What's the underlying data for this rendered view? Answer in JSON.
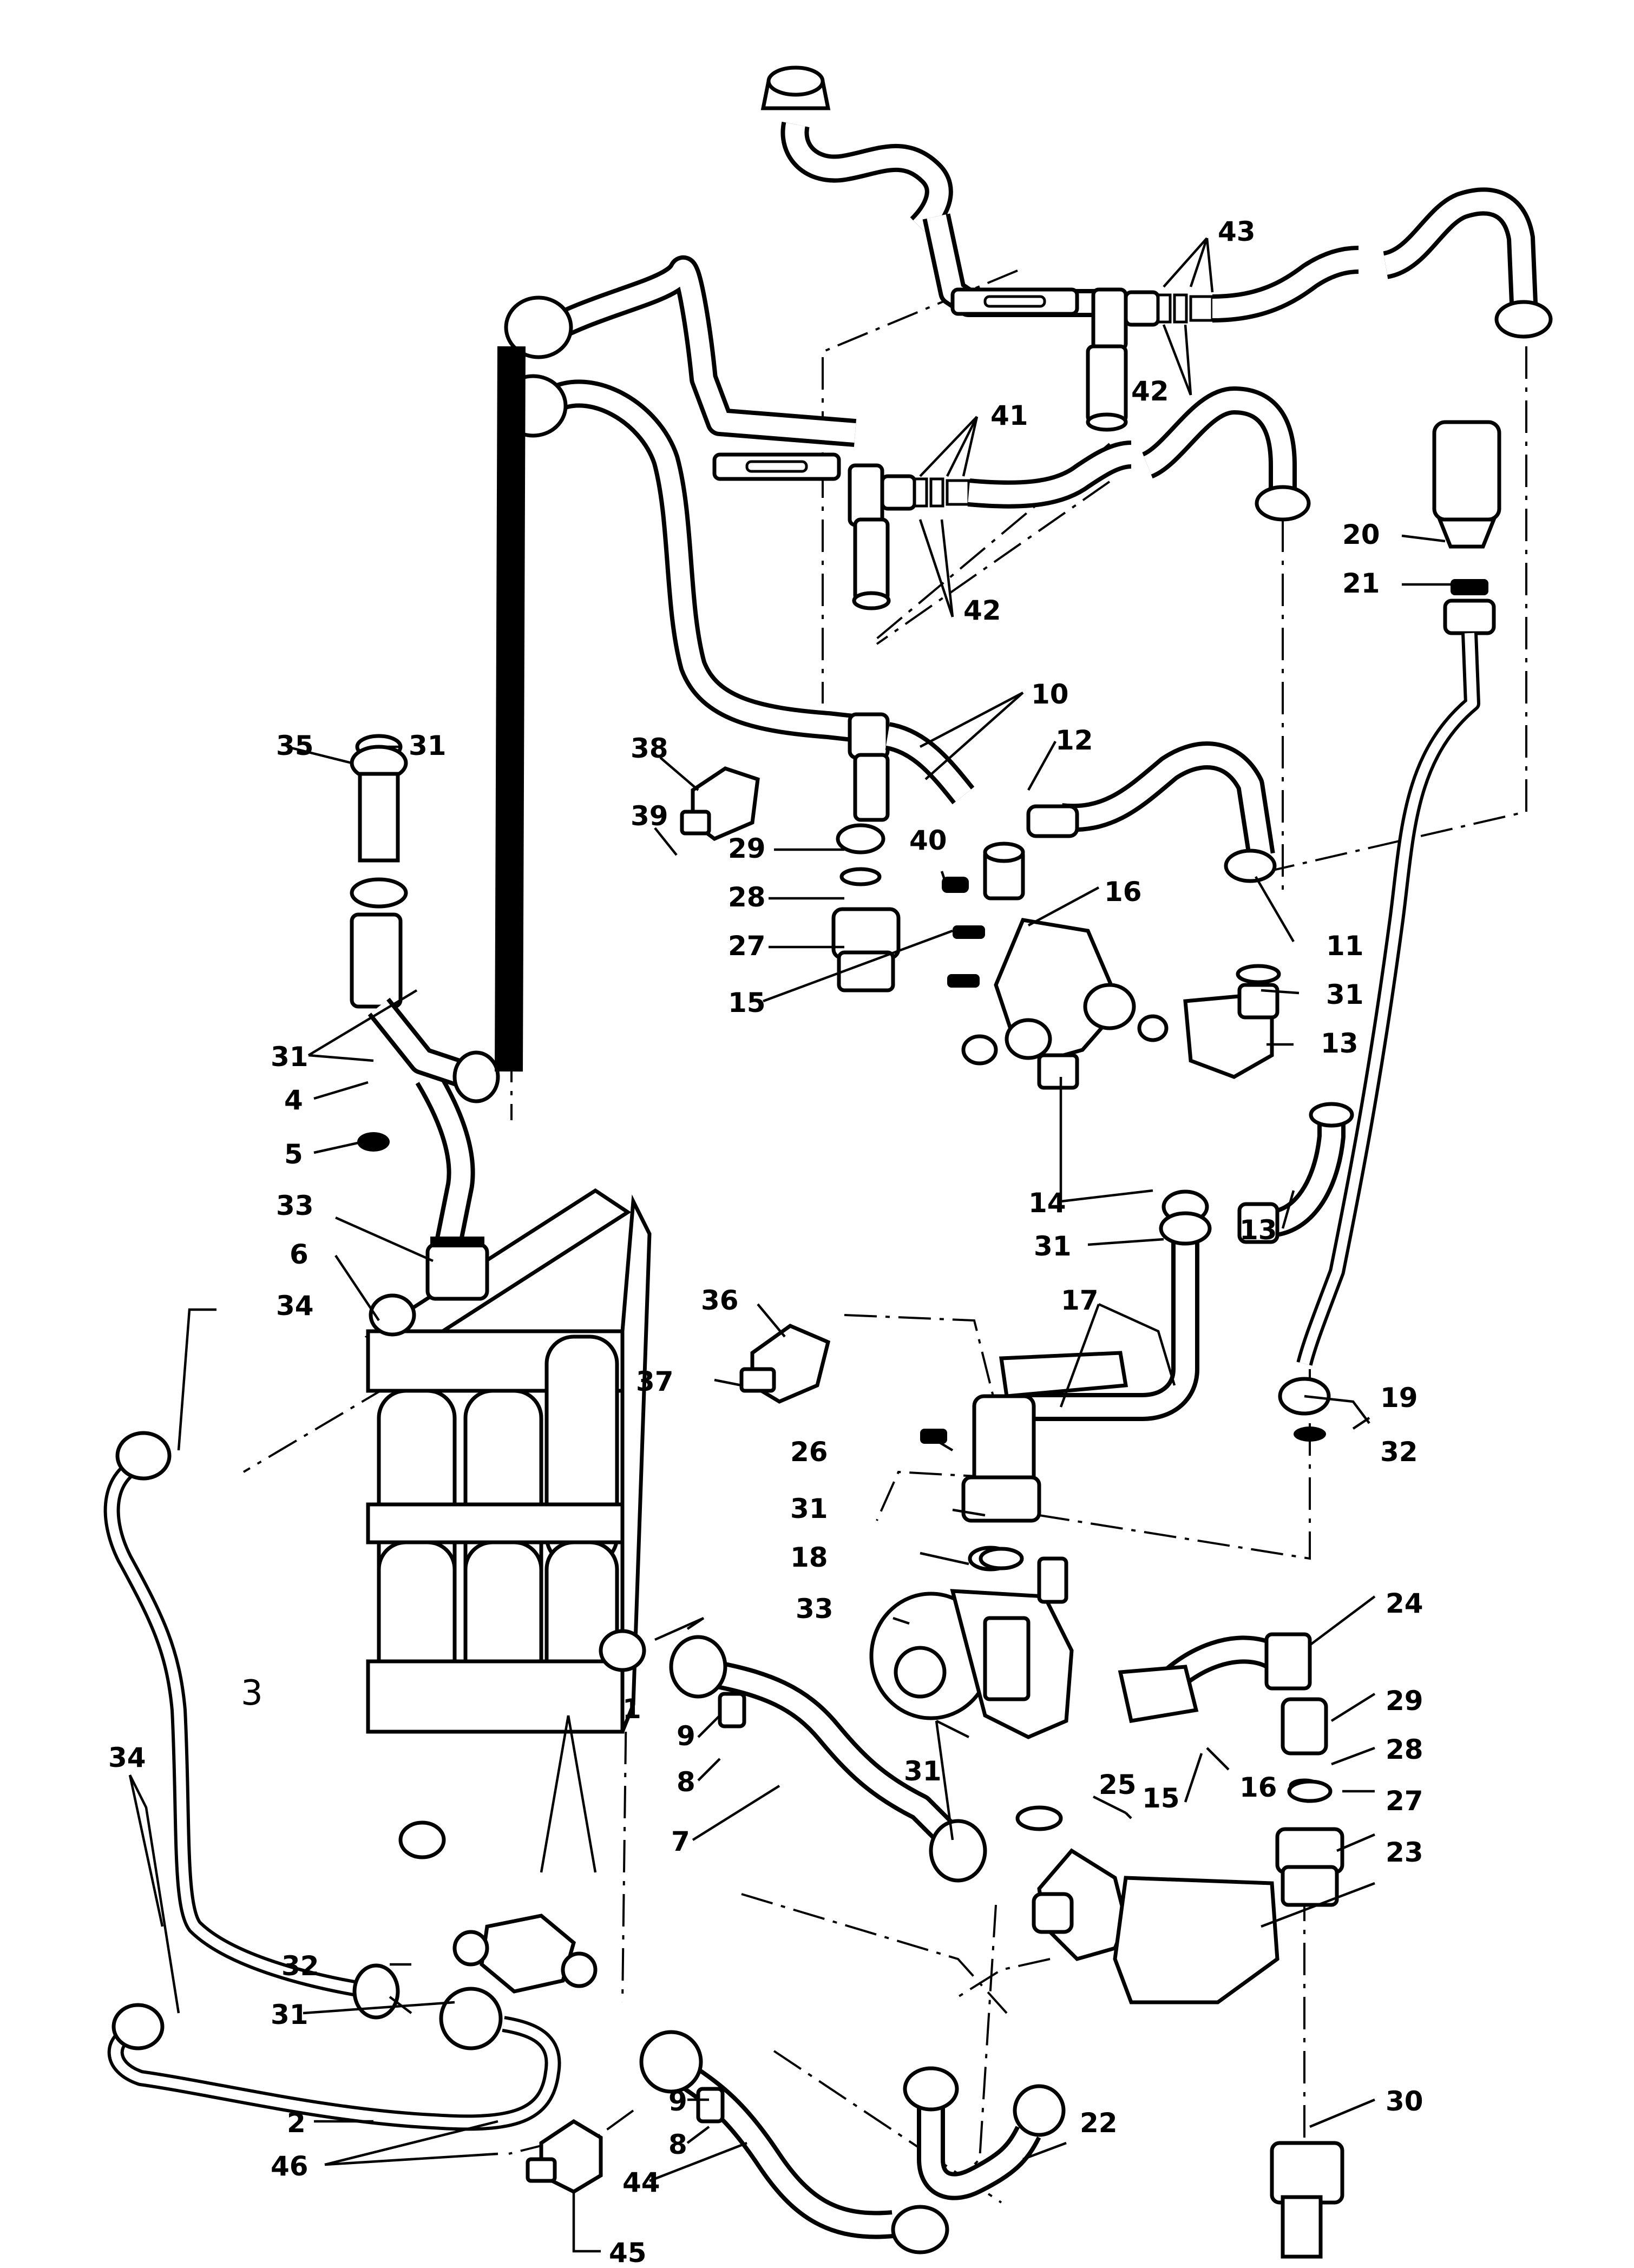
{
  "diagram": {
    "labels": [
      {
        "id": "43",
        "text": "43"
      },
      {
        "id": "42a",
        "text": "42"
      },
      {
        "id": "41",
        "text": "41"
      },
      {
        "id": "42b",
        "text": "42"
      },
      {
        "id": "20",
        "text": "20"
      },
      {
        "id": "21",
        "text": "21"
      },
      {
        "id": "10",
        "text": "10"
      },
      {
        "id": "12",
        "text": "12"
      },
      {
        "id": "35",
        "text": "35"
      },
      {
        "id": "31a",
        "text": "31"
      },
      {
        "id": "38",
        "text": "38"
      },
      {
        "id": "39",
        "text": "39"
      },
      {
        "id": "29a",
        "text": "29"
      },
      {
        "id": "40",
        "text": "40"
      },
      {
        "id": "28a",
        "text": "28"
      },
      {
        "id": "16a",
        "text": "16"
      },
      {
        "id": "27a",
        "text": "27"
      },
      {
        "id": "11",
        "text": "11"
      },
      {
        "id": "15a",
        "text": "15"
      },
      {
        "id": "31b",
        "text": "31"
      },
      {
        "id": "31c",
        "text": "31"
      },
      {
        "id": "13a",
        "text": "13"
      },
      {
        "id": "4",
        "text": "4"
      },
      {
        "id": "5",
        "text": "5"
      },
      {
        "id": "14",
        "text": "14"
      },
      {
        "id": "33a",
        "text": "33"
      },
      {
        "id": "13b",
        "text": "13"
      },
      {
        "id": "31d",
        "text": "31"
      },
      {
        "id": "6",
        "text": "6"
      },
      {
        "id": "34a",
        "text": "34"
      },
      {
        "id": "36",
        "text": "36"
      },
      {
        "id": "17",
        "text": "17"
      },
      {
        "id": "37",
        "text": "37"
      },
      {
        "id": "19",
        "text": "19"
      },
      {
        "id": "26",
        "text": "26"
      },
      {
        "id": "32a",
        "text": "32"
      },
      {
        "id": "31e",
        "text": "31"
      },
      {
        "id": "18",
        "text": "18"
      },
      {
        "id": "24",
        "text": "24"
      },
      {
        "id": "33b",
        "text": "33"
      },
      {
        "id": "3",
        "text": "3"
      },
      {
        "id": "1",
        "text": "1"
      },
      {
        "id": "29b",
        "text": "29"
      },
      {
        "id": "9a",
        "text": "9"
      },
      {
        "id": "25",
        "text": "25"
      },
      {
        "id": "16b",
        "text": "16"
      },
      {
        "id": "28b",
        "text": "28"
      },
      {
        "id": "34b",
        "text": "34"
      },
      {
        "id": "8a",
        "text": "8"
      },
      {
        "id": "31f",
        "text": "31"
      },
      {
        "id": "15b",
        "text": "15"
      },
      {
        "id": "27b",
        "text": "27"
      },
      {
        "id": "7",
        "text": "7"
      },
      {
        "id": "23",
        "text": "23"
      },
      {
        "id": "32b",
        "text": "32"
      },
      {
        "id": "31g",
        "text": "31"
      },
      {
        "id": "2",
        "text": "2"
      },
      {
        "id": "9b",
        "text": "9"
      },
      {
        "id": "22",
        "text": "22"
      },
      {
        "id": "30",
        "text": "30"
      },
      {
        "id": "8b",
        "text": "8"
      },
      {
        "id": "46",
        "text": "46"
      },
      {
        "id": "44",
        "text": "44"
      },
      {
        "id": "45",
        "text": "45"
      }
    ]
  }
}
